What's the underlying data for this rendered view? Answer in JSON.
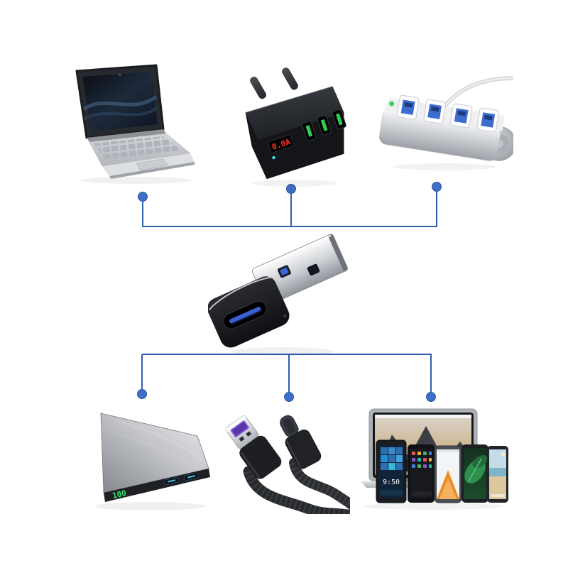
{
  "diagram": {
    "kind": "usb-adapter-compatibility-diagram",
    "background": "#ffffff",
    "connector": {
      "line_color": "#3060b2",
      "dot_color": "#3e6ec6"
    },
    "center": {
      "item": "usb-c-female-to-usb-a-male-adapter",
      "shell_color": "#c9ccd1",
      "body_color": "#17181c",
      "port_tongue_color": "#3c5ed4"
    },
    "top_row": {
      "laptop": {
        "item": "netbook-laptop",
        "deck_color": "#c7cad0"
      },
      "charger": {
        "item": "triple-usb-wall-charger",
        "led_display": "0.0A",
        "led_color": "#ff3226",
        "port_color": "#2fd04f",
        "status_led_color": "#3ae1e6"
      },
      "hub": {
        "item": "four-port-usb3-hub",
        "port_color": "#3e6bcf",
        "status_led_color": "#3bd154"
      }
    },
    "bottom_row": {
      "power_bank": {
        "item": "slim-power-bank",
        "led_display": "100",
        "led_color": "#31e36a"
      },
      "cable": {
        "item": "braided-usb-a-to-usb-c-cable",
        "plug_insert_color": "#7b4fd6"
      },
      "devices": {
        "item": "macbook-and-smartphones",
        "phone_clock": "9:50"
      }
    }
  }
}
